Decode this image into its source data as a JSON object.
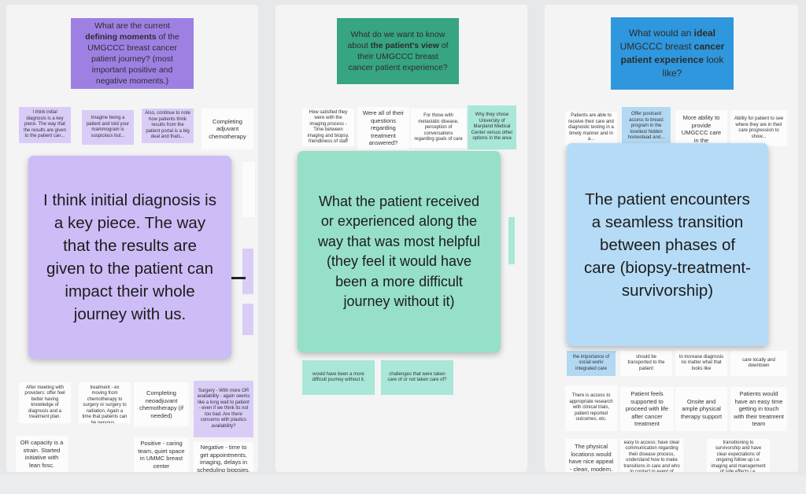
{
  "columns": [
    {
      "header": {
        "pre": "What are the current ",
        "bold": "defining moments",
        "post": " of the UMGCCC breast cancer patient journey? (most important positive and negative moments.)"
      },
      "zoom_note": "I think initial diagnosis is a key piece. The way that the results are given to the patient can impact their whole journey with us.",
      "notes": [
        "I think initial diagnosis is a key piece. The way that the results are given to the patient can...",
        "Imagine being a patient and told your mammogram is suspicious but...",
        "Also, continue to note how patients think results from the patient portal is a big deal and thats...",
        "Completing adjuvant chemotherapy",
        "After meeting with providers: offer feel better having knowledge of diagnosis and a treatment plan.",
        "Transitions of treatment - ex moving from chemotherapy to surgery or surgery to radiation. Again a time that patients can be nervous...",
        "Completing neoadjuvant chemotherapy (if needed)",
        "Surgery - With more OR availability - again seems like a long wait to patient - even if we think its not too bad. Are there concerns with plastics availability?",
        "OR capacity is a strain. Started initiative with lean fosc.",
        "Positive - caring team, quiet space in UMMC breast center",
        "Negative - time to get appointments, imaging, delays in scheduling biopsies."
      ]
    },
    {
      "header": {
        "pre": "What do we want to know about ",
        "bold": "the patient's view",
        "post": " of their UMGCCC breast cancer patient experience?"
      },
      "zoom_note": "What the patient received or experienced along the way that was most helpful (they feel it would have been a more difficult journey without it)",
      "notes": [
        "How satisfied they were with the imaging process - Time between imaging and biopsy. friendliness of staff",
        "Were all of their questions regarding treatment answered?",
        "For those with metastatic disease, perception of conversations regarding goals of care",
        "Why they chose University of Maryland Medical Center versus other options in the area",
        "would have been a more difficult journey without it.",
        "challenges that were taken care of or not taken care of?"
      ]
    },
    {
      "header": {
        "pre": "What would an ",
        "bold": "ideal",
        "mid": " UMGCCC breast ",
        "bold2": "cancer patient experience",
        "post": " look like?"
      },
      "zoom_note": "The patient encounters a seamless transition between phases of care (biopsy-treatment-survivorship)",
      "notes": [
        "Patients are able to receive their care and diagnostic testing in a timely manner and in a...",
        "Offer postcard access to breast program in the loveliest hidden homestead and...",
        "More ability to provide UMGCCC care in the",
        "Ability for patient to see where they are in their care progression to show...",
        "the importance of social work/ integrated care",
        "should be transported to the patient",
        "to increase diagnosis no matter what that looks like",
        "care locally and downtown",
        "There is access to appropriate research with clinical trials, patient reported outcomes, etc.",
        "Patient feels supported to proceed with life after cancer treatment",
        "Onsite and ample physical therapy support",
        "Patients would have an easy time getting in touch with their treatment team",
        "The physical locations would have nice appeal - clean, modern.",
        "Patients feel system is easy to access; have clear communication regarding their disease process, understand how to make transitions in care and who to contact in event of questions/concerns",
        "Post engagement in transitioning to survivorship and have clear expectations of ongoing follow up i.e. imaging and management of side effects i.e. lymphedema"
      ]
    }
  ]
}
